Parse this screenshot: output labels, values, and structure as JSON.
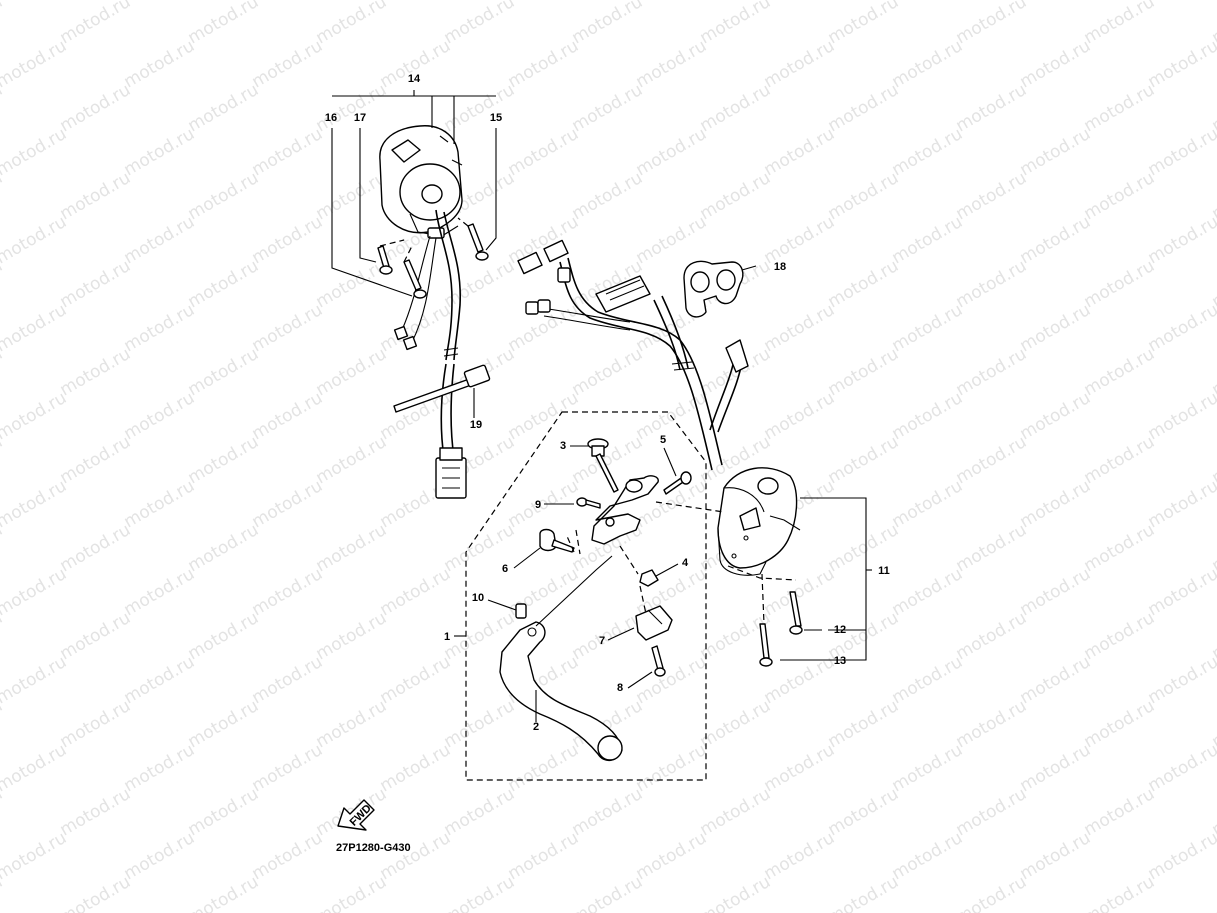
{
  "watermark_text": "motod.ru",
  "diagram_code": "27P1280-G430",
  "fwd_label": "FWD",
  "callouts": [
    {
      "id": "14",
      "label": "14"
    },
    {
      "id": "16",
      "label": "16"
    },
    {
      "id": "17",
      "label": "17"
    },
    {
      "id": "15",
      "label": "15"
    },
    {
      "id": "18",
      "label": "18"
    },
    {
      "id": "19",
      "label": "19"
    },
    {
      "id": "3",
      "label": "3"
    },
    {
      "id": "5",
      "label": "5"
    },
    {
      "id": "9",
      "label": "9"
    },
    {
      "id": "6",
      "label": "6"
    },
    {
      "id": "4",
      "label": "4"
    },
    {
      "id": "10",
      "label": "10"
    },
    {
      "id": "1",
      "label": "1"
    },
    {
      "id": "7",
      "label": "7"
    },
    {
      "id": "8",
      "label": "8"
    },
    {
      "id": "2",
      "label": "2"
    },
    {
      "id": "11",
      "label": "11"
    },
    {
      "id": "12",
      "label": "12"
    },
    {
      "id": "13",
      "label": "13"
    }
  ]
}
